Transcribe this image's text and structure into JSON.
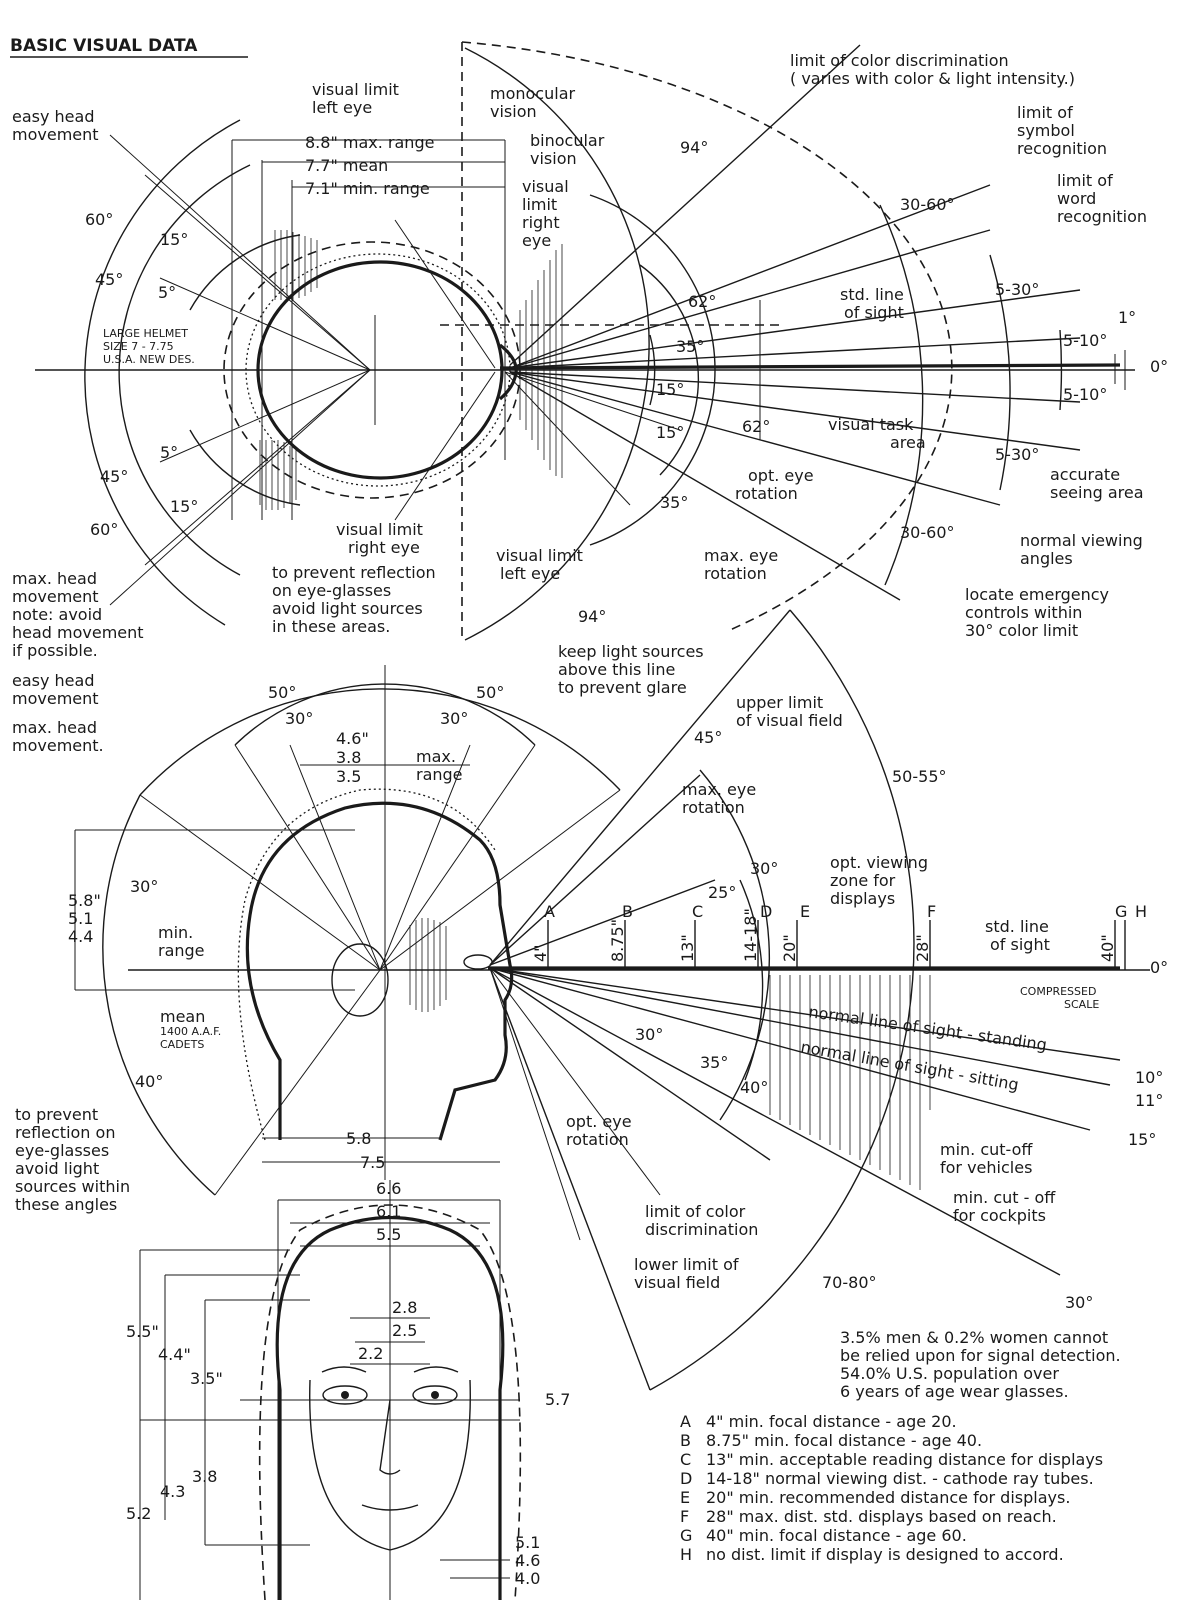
{
  "title": "BASIC VISUAL DATA",
  "top_view": {
    "easy_head_movement": [
      "easy head",
      "movement"
    ],
    "visual_limit_left_eye": [
      "visual limit",
      "left eye"
    ],
    "monocular_vision": [
      "monocular",
      "vision"
    ],
    "binocular_vision": [
      "binocular",
      "vision"
    ],
    "visual_limit_right_eye_front": [
      "visual",
      "limit",
      "right",
      "eye"
    ],
    "max_range": "8.8\" max. range",
    "mean": "7.7\" mean",
    "min_range": "7.1\" min. range",
    "deg_94_top": "94°",
    "deg_94_bottom": "94°",
    "deg_62_top": "62°",
    "deg_62_bottom": "62°",
    "deg_35_top": "35°",
    "deg_35_bottom": "35°",
    "deg_15_top": "15°",
    "deg_15_bottom": "15°",
    "head_deg_60_top": "60°",
    "head_deg_45_top": "45°",
    "head_deg_15_top": "15°",
    "head_deg_5_top": "5°",
    "head_deg_5_bottom": "5°",
    "head_deg_45_bottom": "45°",
    "head_deg_15_bottom": "15°",
    "head_deg_60_bottom": "60°",
    "helmet": [
      "LARGE HELMET",
      "SIZE 7 - 7.75",
      "U.S.A. NEW DES."
    ],
    "limit_color": [
      "limit of color discrimination",
      "( varies with color & light intensity.)"
    ],
    "limit_symbol": [
      "limit of",
      "symbol",
      "recognition"
    ],
    "limit_word": [
      "limit of",
      "word",
      "recognition"
    ],
    "deg_30_60_top": "30-60°",
    "deg_30_60_bottom": "30-60°",
    "deg_5_30_top": "5-30°",
    "deg_5_30_bottom": "5-30°",
    "deg_5_10_top": "5-10°",
    "deg_5_10_bottom": "5-10°",
    "deg_1": "1°",
    "deg_0": "0°",
    "std_line_of_sight": [
      "std. line",
      "of sight"
    ],
    "visual_task_area": [
      "visual task",
      "area"
    ],
    "accurate_seeing_area": [
      "accurate",
      "seeing area"
    ],
    "opt_eye_rotation": [
      "opt. eye",
      "rotation"
    ],
    "max_eye_rotation": [
      "max. eye",
      "rotation"
    ],
    "normal_viewing_angles": [
      "normal viewing",
      "angles"
    ],
    "locate_emergency": [
      "locate emergency",
      "controls within",
      "30° color limit"
    ],
    "max_head_movement": [
      "max. head",
      "movement",
      "note: avoid",
      "head movement",
      "if possible."
    ],
    "visual_limit_right_eye": [
      "visual limit",
      "right eye"
    ],
    "visual_limit_left_eye_bottom": [
      "visual limit",
      "left eye"
    ],
    "prevent_reflection": [
      "to prevent reflection",
      "on eye-glasses",
      "avoid light sources",
      "in these areas."
    ]
  },
  "side_view": {
    "easy_head_movement": [
      "easy head",
      "movement"
    ],
    "max_head_movement": [
      "max. head",
      "movement."
    ],
    "deg_50_left": "50°",
    "deg_50_right": "50°",
    "deg_30_left": "30°",
    "deg_30_right": "30°",
    "dim_46": "4.6\"",
    "dim_38": "3.8",
    "dim_35": "3.5",
    "max_range": [
      "max.",
      "range"
    ],
    "dim_58": "5.8\"",
    "dim_51": "5.1",
    "dim_44": "4.4",
    "min_range": [
      "min.",
      "range"
    ],
    "mean": "mean",
    "cadets": [
      "1400 A.A.F.",
      "CADETS"
    ],
    "head_deg_30": "30°",
    "head_deg_40": "40°",
    "width_58": "5.8",
    "width_75": "7.5",
    "prevent_reflection": [
      "to prevent",
      "reflection on",
      "eye-glasses",
      "avoid light",
      "sources within",
      "these angles"
    ],
    "keep_light": [
      "keep light sources",
      "above this line",
      "to prevent glare"
    ],
    "upper_limit": [
      "upper limit",
      "of visual field"
    ],
    "deg_45": "45°",
    "deg_50_55": "50-55°",
    "max_eye_rotation": [
      "max. eye",
      "rotation"
    ],
    "deg_30_upper": "30°",
    "deg_25": "25°",
    "opt_viewing_zone": [
      "opt. viewing",
      "zone for",
      "displays"
    ],
    "std_line_of_sight": [
      "std. line",
      "of sight"
    ],
    "deg_0": "0°",
    "compressed_scale": [
      "COMPRESSED",
      "SCALE"
    ],
    "letters": [
      "A",
      "B",
      "C",
      "D",
      "E",
      "F",
      "G",
      "H"
    ],
    "distances": [
      "4\"",
      "8.75\"",
      "13\"",
      "14-18\"",
      "20\"",
      "28\"",
      "40\""
    ],
    "normal_standing": "normal line of sight - standing",
    "normal_sitting": "normal line of sight - sitting",
    "deg_10": "10°",
    "deg_11": "11°",
    "deg_15": "15°",
    "deg_30_lower": "30°",
    "deg_35": "35°",
    "deg_40": "40°",
    "opt_eye_rotation": [
      "opt. eye",
      "rotation"
    ],
    "min_cutoff_vehicles": [
      "min. cut-off",
      "for vehicles"
    ],
    "min_cutoff_cockpits": [
      "min. cut - off",
      "for cockpits"
    ],
    "limit_color": [
      "limit of color",
      "discrimination"
    ],
    "lower_limit": [
      "lower limit of",
      "visual field"
    ],
    "deg_70_80": "70-80°",
    "deg_30_far": "30°"
  },
  "front_view": {
    "dim_66": "6.6",
    "dim_61": "6.1",
    "dim_55": "5.5",
    "dim_28": "2.8",
    "dim_25": "2.5",
    "dim_22": "2.2",
    "dim_57": "5.7",
    "dim_55v": "5.5\"",
    "dim_44v": "4.4\"",
    "dim_35v": "3.5\"",
    "dim_38v": "3.8",
    "dim_43v": "4.3",
    "dim_52v": "5.2",
    "dim_51": "5.1",
    "dim_46": "4.6",
    "dim_40": "4.0"
  },
  "notes": [
    "3.5% men & 0.2% women cannot",
    "be relied upon for signal detection.",
    "54.0% U.S. population over",
    "6 years of age wear glasses."
  ],
  "legend": [
    {
      "key": "A",
      "text": "4\" min. focal distance - age 20."
    },
    {
      "key": "B",
      "text": "8.75\" min. focal distance - age 40."
    },
    {
      "key": "C",
      "text": "13\" min. acceptable reading distance for displays"
    },
    {
      "key": "D",
      "text": "14-18\" normal viewing dist. - cathode ray tubes."
    },
    {
      "key": "E",
      "text": "20\" min. recommended distance for displays."
    },
    {
      "key": "F",
      "text": "28\" max. dist. std. displays based on reach."
    },
    {
      "key": "G",
      "text": "40\" min. focal distance - age 60."
    },
    {
      "key": "H",
      "text": "no dist. limit if display is designed to accord."
    }
  ]
}
